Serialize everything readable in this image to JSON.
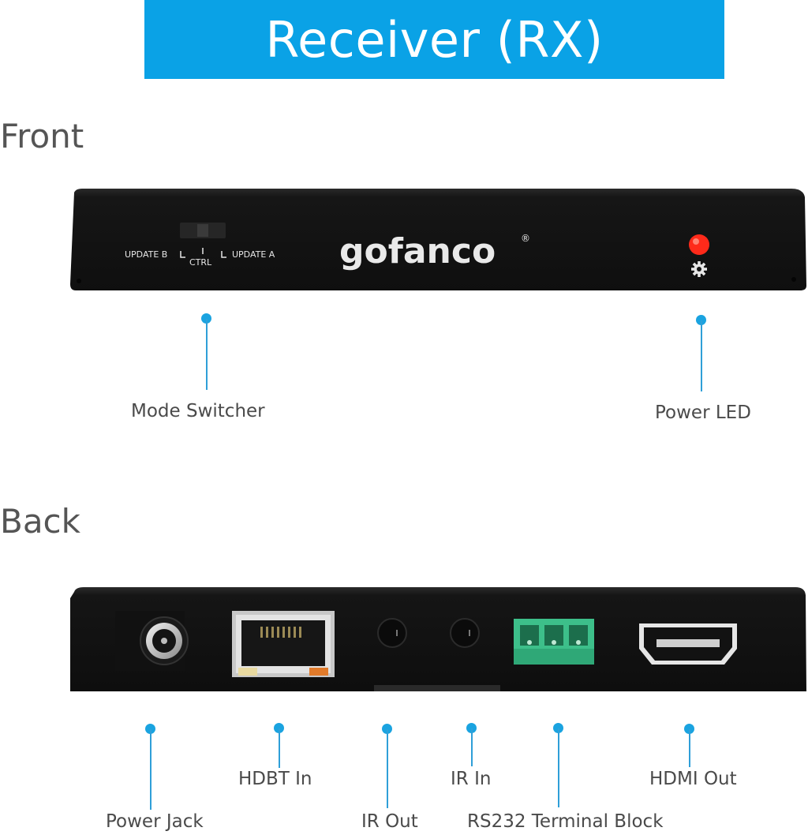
{
  "banner": {
    "title": "Receiver (RX)"
  },
  "front": {
    "title": "Front",
    "device": {
      "brand": "gofanco",
      "registered": "®",
      "switch_left": "UPDATE B",
      "switch_center": "CTRL",
      "switch_right": "UPDATE A",
      "led_color": "#ff2a1a"
    },
    "callouts": [
      {
        "label": "Mode Switcher"
      },
      {
        "label": "Power LED"
      }
    ]
  },
  "back": {
    "title": "Back",
    "callouts": [
      {
        "label": "Power Jack"
      },
      {
        "label": "HDBT In"
      },
      {
        "label": "IR Out"
      },
      {
        "label": "IR In"
      },
      {
        "label": "RS232 Terminal Block"
      },
      {
        "label": "HDMI Out"
      }
    ],
    "terminal_color": "#3dbf8a"
  },
  "colors": {
    "accent": "#0aa2e6",
    "callout": "#1aa3e0"
  }
}
